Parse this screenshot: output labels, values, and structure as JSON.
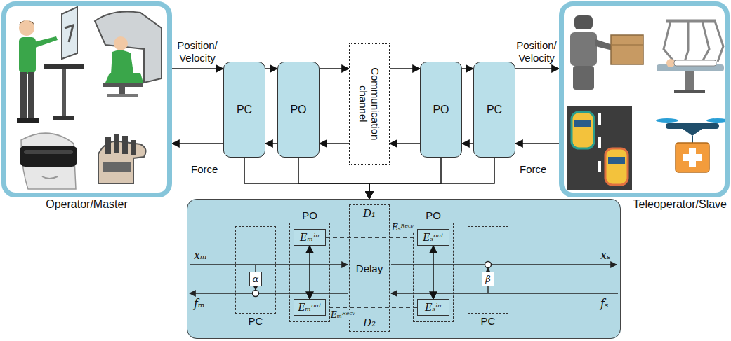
{
  "diagram": {
    "nodes": [
      {
        "text": [
          "Operator/Master"
        ]
      },
      {
        "text": [
          "Teleoperator/Slave"
        ]
      },
      {
        "text": [
          "PC"
        ]
      },
      {
        "text": [
          "PO"
        ]
      },
      {
        "text": [
          "Communication channel"
        ]
      },
      {
        "text": [
          "PO"
        ]
      },
      {
        "text": [
          "PC"
        ]
      },
      {
        "text": [
          "xₘ",
          "fₘ",
          "xₛ",
          "fₛ"
        ]
      },
      {
        "text": [
          "PC"
        ],
        "in": 7
      },
      {
        "text": [
          "α"
        ],
        "in": 8
      },
      {
        "text": [
          "PO"
        ],
        "in": 7
      },
      {
        "text": [
          "Eₘⁱⁿ"
        ],
        "in": 10
      },
      {
        "text": [
          "Eₘᵒᵘᵗ"
        ],
        "in": 10
      },
      {
        "text": [
          "D₁",
          "Delay",
          "D₂"
        ],
        "in": 7
      },
      {
        "text": [
          "PO"
        ],
        "in": 7
      },
      {
        "text": [
          "Eₛᵒᵘᵗ"
        ],
        "in": 14
      },
      {
        "text": [
          "Eₛⁱⁿ"
        ],
        "in": 14
      },
      {
        "text": [
          "PC"
        ],
        "in": 7
      },
      {
        "text": [
          "β"
        ],
        "in": 17
      }
    ],
    "edges": [
      {
        "from": 0,
        "to": 2,
        "arrow": "to"
      },
      {
        "from": 2,
        "to": 3,
        "arrow": "to"
      },
      {
        "from": 3,
        "to": 4,
        "arrow": "to"
      },
      {
        "from": 4,
        "to": 5,
        "arrow": "to"
      },
      {
        "from": 5,
        "to": 6,
        "arrow": "to"
      },
      {
        "from": 6,
        "to": 1,
        "arrow": "to"
      },
      {
        "from": 1,
        "to": 6,
        "arrow": "to"
      },
      {
        "from": 6,
        "to": 5,
        "arrow": "to"
      },
      {
        "from": 5,
        "to": 4,
        "arrow": "to"
      },
      {
        "from": 4,
        "to": 3,
        "arrow": "to"
      },
      {
        "from": 3,
        "to": 2,
        "arrow": "to"
      },
      {
        "from": 2,
        "to": 0,
        "arrow": "to"
      },
      {
        "from": 2,
        "to": 7,
        "arrow": "to"
      },
      {
        "from": 3,
        "to": 7,
        "arrow": "to"
      },
      {
        "from": 5,
        "to": 7,
        "arrow": "to"
      },
      {
        "from": 6,
        "to": 7,
        "arrow": "to"
      },
      {
        "from": 11,
        "to": 12,
        "arrow": "both"
      },
      {
        "from": 15,
        "to": 16,
        "arrow": "both"
      },
      {
        "from": 11,
        "to": 15,
        "arrow": "none"
      },
      {
        "from": 16,
        "to": 12,
        "arrow": "none"
      }
    ],
    "labels": [
      "Position/ Velocity",
      "Force",
      "Position/ Velocity",
      "Force",
      "Eₛᴿᵉᶜᵛ",
      "Eₘᴿᵉᶜᵛ"
    ]
  }
}
